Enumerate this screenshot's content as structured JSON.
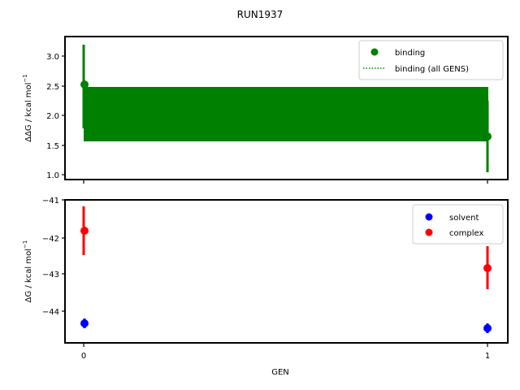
{
  "chart_data": [
    {
      "type": "scatter",
      "title": "RUN1937",
      "xlabel": "",
      "ylabel": "ΔΔG / kcal mol⁻¹",
      "x": [
        0,
        1
      ],
      "xlim": [
        -0.05,
        1.05
      ],
      "ylim": [
        0.92,
        3.33
      ],
      "yticks": [
        "1.0",
        "1.5",
        "2.0",
        "2.5",
        "3.0"
      ],
      "grid": false,
      "legend_position": "upper right",
      "series": [
        {
          "name": "binding",
          "style": "points-with-errorbars",
          "color": "#008000",
          "x": [
            0,
            1
          ],
          "values": [
            2.52,
            1.65
          ],
          "errors": [
            0.7,
            0.61
          ]
        },
        {
          "name": "binding (all GENS)",
          "style": "dotted-band",
          "color": "#008000",
          "x_range": [
            0,
            1
          ],
          "y_range": [
            1.58,
            2.48
          ]
        }
      ]
    },
    {
      "type": "scatter",
      "title": "",
      "xlabel": "GEN",
      "ylabel": "ΔG / kcal mol⁻¹",
      "x": [
        0,
        1
      ],
      "xticks": [
        "0",
        "1"
      ],
      "xlim": [
        -0.05,
        1.05
      ],
      "ylim": [
        -44.86,
        -41.0
      ],
      "yticks": [
        "−41",
        "−42",
        "−43",
        "−44"
      ],
      "grid": false,
      "legend_position": "upper right",
      "series": [
        {
          "name": "solvent",
          "color": "#0000ff",
          "x": [
            0,
            1
          ],
          "values": [
            -44.33,
            -44.47
          ],
          "errors": [
            0.13,
            0.12
          ]
        },
        {
          "name": "complex",
          "color": "#ff0000",
          "x": [
            0,
            1
          ],
          "values": [
            -41.83,
            -42.86
          ],
          "errors": [
            0.67,
            0.58
          ]
        }
      ]
    }
  ],
  "figure": {
    "title": "RUN1937",
    "top": {
      "ylabel_main": "ΔΔG / kcal mol",
      "ylabel_sup": "−1",
      "yticks": [
        "3.0",
        "2.5",
        "2.0",
        "1.5",
        "1.0"
      ],
      "legend": [
        "binding",
        "binding (all GENS)"
      ]
    },
    "bottom": {
      "ylabel_main": "ΔG / kcal mol",
      "ylabel_sup": "−1",
      "yticks": [
        "−41",
        "−42",
        "−43",
        "−44"
      ],
      "xticks": [
        "0",
        "1"
      ],
      "xlabel": "GEN",
      "legend": [
        "solvent",
        "complex"
      ]
    }
  }
}
